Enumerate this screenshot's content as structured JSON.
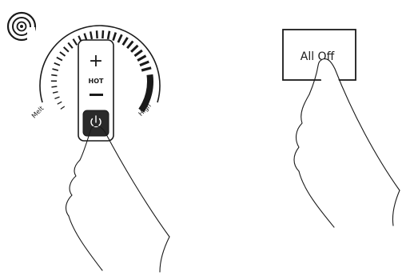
{
  "dial": {
    "min_label": "Melt",
    "max_label": "High",
    "level_label": "HOT",
    "increase_symbol": "+",
    "decrease_symbol": "−",
    "power_icon": "power-icon",
    "burner_icon": "burner-rings-icon",
    "illuminated_segments": 7,
    "total_segments": 36
  },
  "all_off_button": {
    "label": "All Off"
  },
  "colors": {
    "ink": "#1a1a1a",
    "power_key": "#2a2a2a",
    "background": "#ffffff"
  }
}
